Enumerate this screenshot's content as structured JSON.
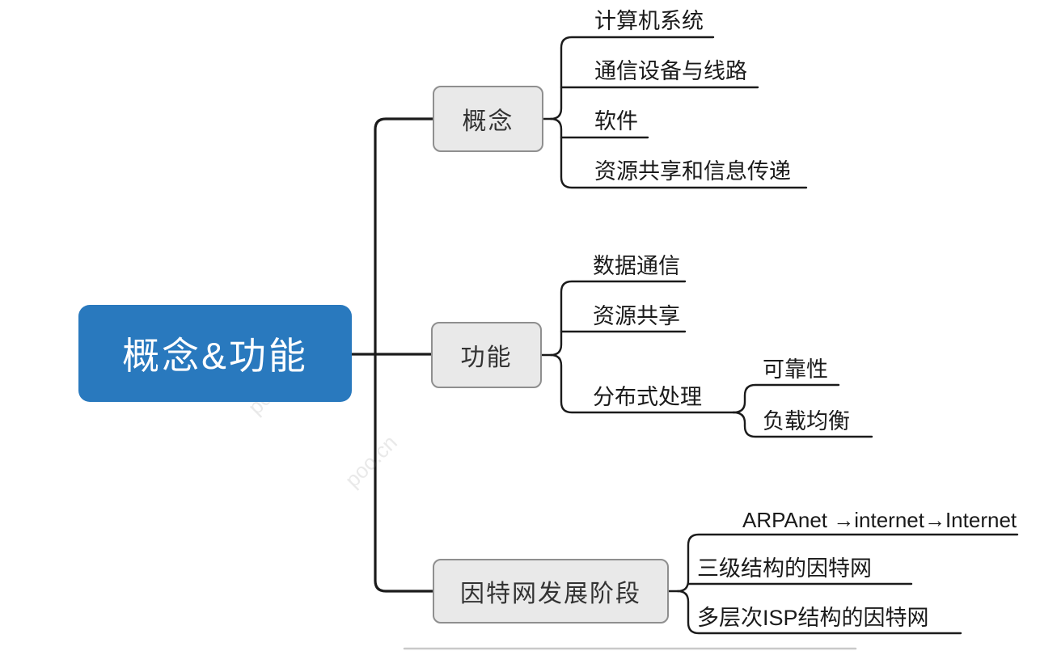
{
  "title": "概念&功能 mind map",
  "watermark": {
    "text": "poo.cn"
  },
  "colors": {
    "root_bg": "#2979be",
    "root_text": "#ffffff",
    "node_bg": "#e9e9e9",
    "node_border": "#8f8f8f",
    "line": "#1b1b1b",
    "leaf_text": "#1a1a1a"
  },
  "root": {
    "label": "概念&功能"
  },
  "branches": [
    {
      "label": "概念",
      "children": [
        {
          "label": "计算机系统"
        },
        {
          "label": "通信设备与线路"
        },
        {
          "label": "软件"
        },
        {
          "label": "资源共享和信息传递"
        }
      ]
    },
    {
      "label": "功能",
      "children": [
        {
          "label": "数据通信"
        },
        {
          "label": "资源共享"
        },
        {
          "label": "分布式处理",
          "children": [
            {
              "label": "可靠性"
            },
            {
              "label": "负载均衡"
            }
          ]
        }
      ]
    },
    {
      "label": "因特网发展阶段",
      "children": [
        {
          "label": "ARPAnet →internet→Internet"
        },
        {
          "label": "三级结构的因特网"
        },
        {
          "label": "多层次ISP结构的因特网"
        }
      ]
    }
  ]
}
